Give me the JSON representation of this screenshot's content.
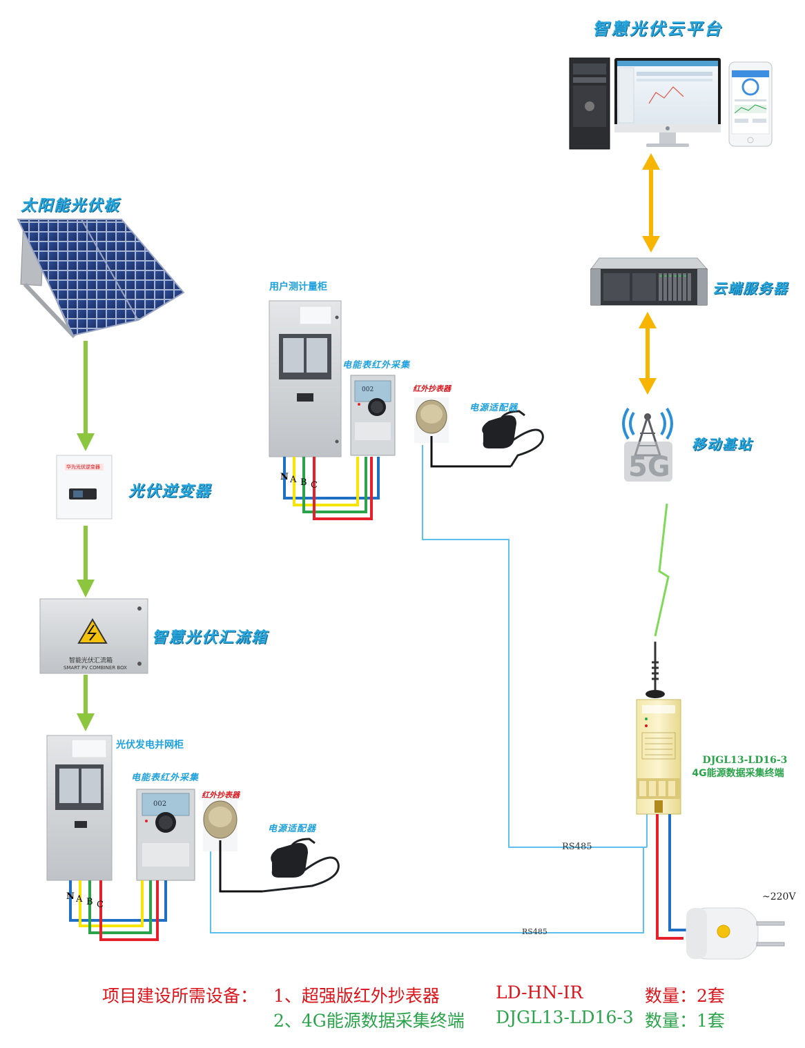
{
  "labels": {
    "cloud_platform": "智慧光伏云平台",
    "solar_panel": "太阳能光伏板",
    "inverter": "光伏逆变器",
    "combiner_box": "智慧光伏汇流箱",
    "grid_cabinet": "光伏发电并网柜",
    "user_cabinet": "用户测计量柜",
    "meter_ir_1": "电能表红外采集",
    "meter_ir_2": "电能表红外采集",
    "ir_reader_1": "红外抄表器",
    "ir_reader_2": "红外抄表器",
    "adapter_1": "电源适配器",
    "adapter_2": "电源适配器",
    "cloud_server": "云端服务器",
    "base_station": "移动基站",
    "terminal_model": "DJGL13-LD16-3",
    "terminal_name": "4G能源数据采集终端",
    "rs485_1": "RS485",
    "rs485_2": "RS485",
    "voltage": "~220V",
    "phases": [
      "N",
      "A",
      "B",
      "C"
    ],
    "phases_2": [
      "N",
      "A",
      "B",
      "C"
    ],
    "combiner_plate_cn": "智能光伏汇流箱",
    "combiner_plate_en": "SMART PV COMBINER BOX",
    "inverter_plate": "华为光伏逆变器",
    "meter_reading": "002",
    "meter_reading_2": "002",
    "badge_5g": "5G"
  },
  "footer": {
    "prefix": "项目建设所需设备：",
    "item1": "1、超强版红外抄表器",
    "model1": "LD-HN-IR",
    "qty1": "数量：2套",
    "item2": "2、4G能源数据采集终端",
    "model2": "DJGL13-LD16-3",
    "qty2": "数量：1套"
  },
  "colors": {
    "flow_arrow": "#8cc63f",
    "data_arrow": "#f7b500",
    "rs485": "#5bc0eb",
    "title_blue": "#29a8e0",
    "footer_red": "#d9141b",
    "footer_green": "#2aa34a",
    "wire_N": "#1f6fc4",
    "wire_A": "#f6e500",
    "wire_B": "#2aa34a",
    "wire_C": "#e5202a"
  }
}
